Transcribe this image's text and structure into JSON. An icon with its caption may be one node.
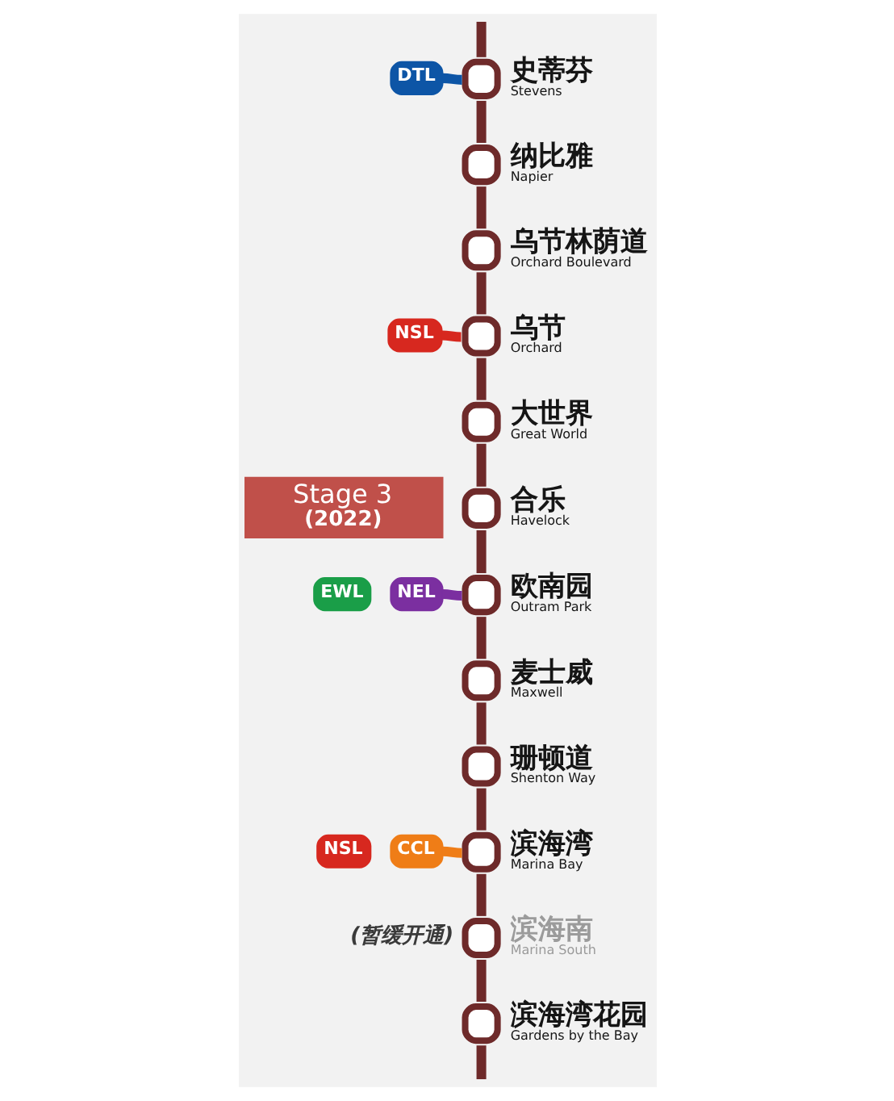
{
  "diagram": {
    "nodes": [
      {
        "text": [
          "Stage 3",
          "(2022)"
        ]
      },
      {
        "text": [
          "DTL"
        ]
      },
      {
        "text": [
          "史蒂芬",
          "Stevens"
        ]
      },
      {
        "text": [
          "纳比雅",
          "Napier"
        ]
      },
      {
        "text": [
          "乌节林荫道",
          "Orchard Boulevard"
        ]
      },
      {
        "text": [
          "NSL"
        ]
      },
      {
        "text": [
          "乌节",
          "Orchard"
        ]
      },
      {
        "text": [
          "大世界",
          "Great World"
        ]
      },
      {
        "text": [
          "合乐",
          "Havelock"
        ]
      },
      {
        "text": [
          "EWL"
        ]
      },
      {
        "text": [
          "NEL"
        ]
      },
      {
        "text": [
          "欧南园",
          "Outram Park"
        ]
      },
      {
        "text": [
          "麦士威",
          "Maxwell"
        ]
      },
      {
        "text": [
          "珊顿道",
          "Shenton Way"
        ]
      },
      {
        "text": [
          "NSL"
        ]
      },
      {
        "text": [
          "CCL"
        ]
      },
      {
        "text": [
          "滨海湾",
          "Marina Bay"
        ]
      },
      {
        "text": [
          "滨海南",
          "Marina South"
        ],
        "beside": [
          "(暂缓开通)"
        ]
      },
      {
        "text": [
          "滨海湾花园",
          "Gardens by the Bay"
        ]
      }
    ],
    "edges": [
      {
        "from": null,
        "to": 2,
        "arrow": "none"
      },
      {
        "from": 1,
        "to": 2,
        "arrow": "none",
        "color": "#0d55a6"
      },
      {
        "from": 2,
        "to": 3,
        "arrow": "none"
      },
      {
        "from": 3,
        "to": 4,
        "arrow": "none"
      },
      {
        "from": 4,
        "to": 6,
        "arrow": "none"
      },
      {
        "from": 5,
        "to": 6,
        "arrow": "none",
        "color": "#d7281f"
      },
      {
        "from": 6,
        "to": 7,
        "arrow": "none"
      },
      {
        "from": 7,
        "to": 8,
        "arrow": "none"
      },
      {
        "from": 8,
        "to": 11,
        "arrow": "none"
      },
      {
        "from": 10,
        "to": 11,
        "arrow": "none",
        "color": "#7b2fa0"
      },
      {
        "from": 11,
        "to": 12,
        "arrow": "none"
      },
      {
        "from": 12,
        "to": 13,
        "arrow": "none"
      },
      {
        "from": 13,
        "to": 16,
        "arrow": "none"
      },
      {
        "from": 15,
        "to": 16,
        "arrow": "none",
        "color": "#ef7d17"
      },
      {
        "from": 16,
        "to": 17,
        "arrow": "none"
      },
      {
        "from": 17,
        "to": 18,
        "arrow": "none"
      },
      {
        "from": 18,
        "to": null,
        "arrow": "none"
      }
    ]
  }
}
